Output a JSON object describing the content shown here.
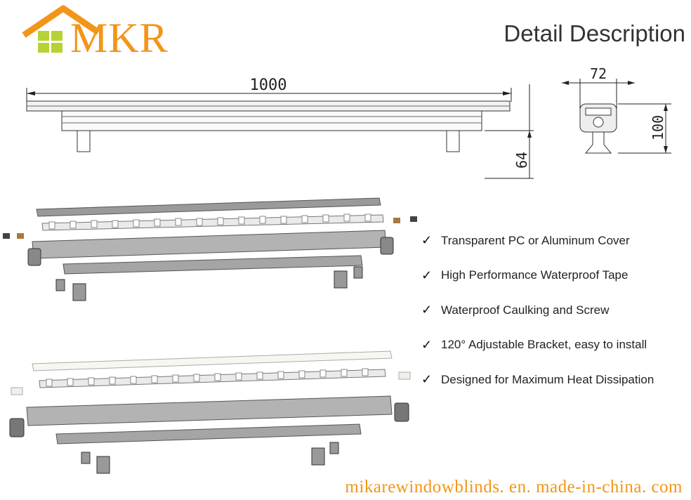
{
  "logo": {
    "text": "MKR",
    "brand_color": "#f39519",
    "window_color": "#b5d334"
  },
  "title": "Detail Description",
  "dimensions": {
    "length": "1000",
    "width": "72",
    "height": "100",
    "bracket": "64"
  },
  "features": [
    {
      "icon": "checkmark-icon",
      "text": "Transparent PC or Aluminum Cover"
    },
    {
      "icon": "checkmark-icon",
      "text": "High Performance Waterproof Tape"
    },
    {
      "icon": "checkmark-icon",
      "text": "Waterproof Caulking and Screw"
    },
    {
      "icon": "checkmark-icon",
      "text": "120° Adjustable Bracket, easy to install"
    },
    {
      "icon": "checkmark-icon",
      "text": "Designed for Maximum Heat Dissipation"
    }
  ],
  "check_glyph": "✓",
  "footer": "mikarewindowblinds. en. made-in-china. com"
}
